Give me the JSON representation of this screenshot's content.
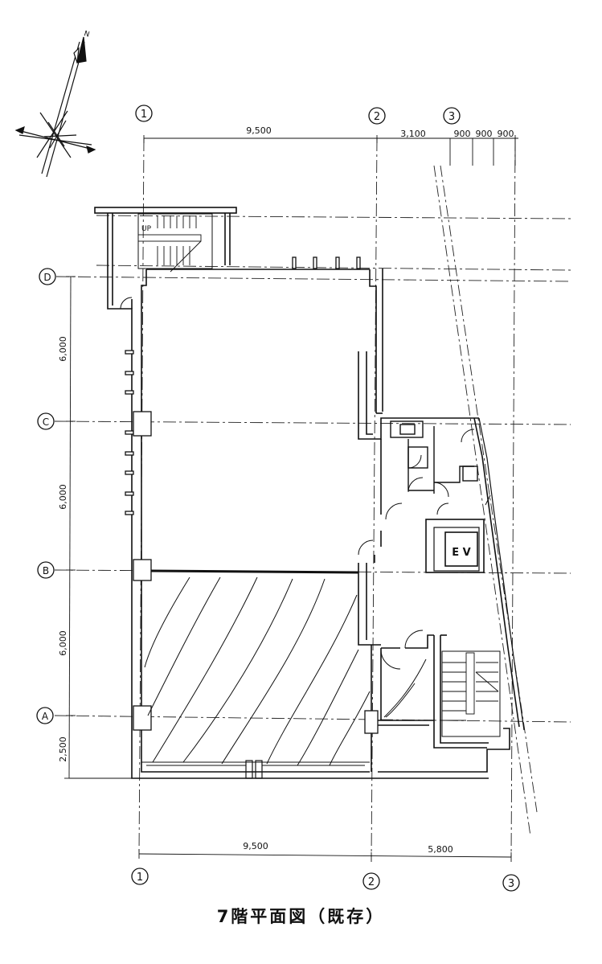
{
  "drawing": {
    "title": "7階平面図（既存）",
    "north_label": "N",
    "up_label": "UP",
    "elevator_label": "E V"
  },
  "grid": {
    "columns_top": [
      "1",
      "2",
      "3"
    ],
    "columns_bottom": [
      "1",
      "2",
      "3"
    ],
    "rows": [
      "D",
      "C",
      "B",
      "A"
    ]
  },
  "dimensions": {
    "top_span_1_2": "9,500",
    "top_span_2_3": "3,100",
    "top_small_spans": [
      "900",
      "900",
      "900"
    ],
    "bottom_span_1_2": "9,500",
    "bottom_span_2_3": "5,800",
    "left_spans": [
      "6,000",
      "6,000",
      "6,000",
      "2,500"
    ]
  }
}
